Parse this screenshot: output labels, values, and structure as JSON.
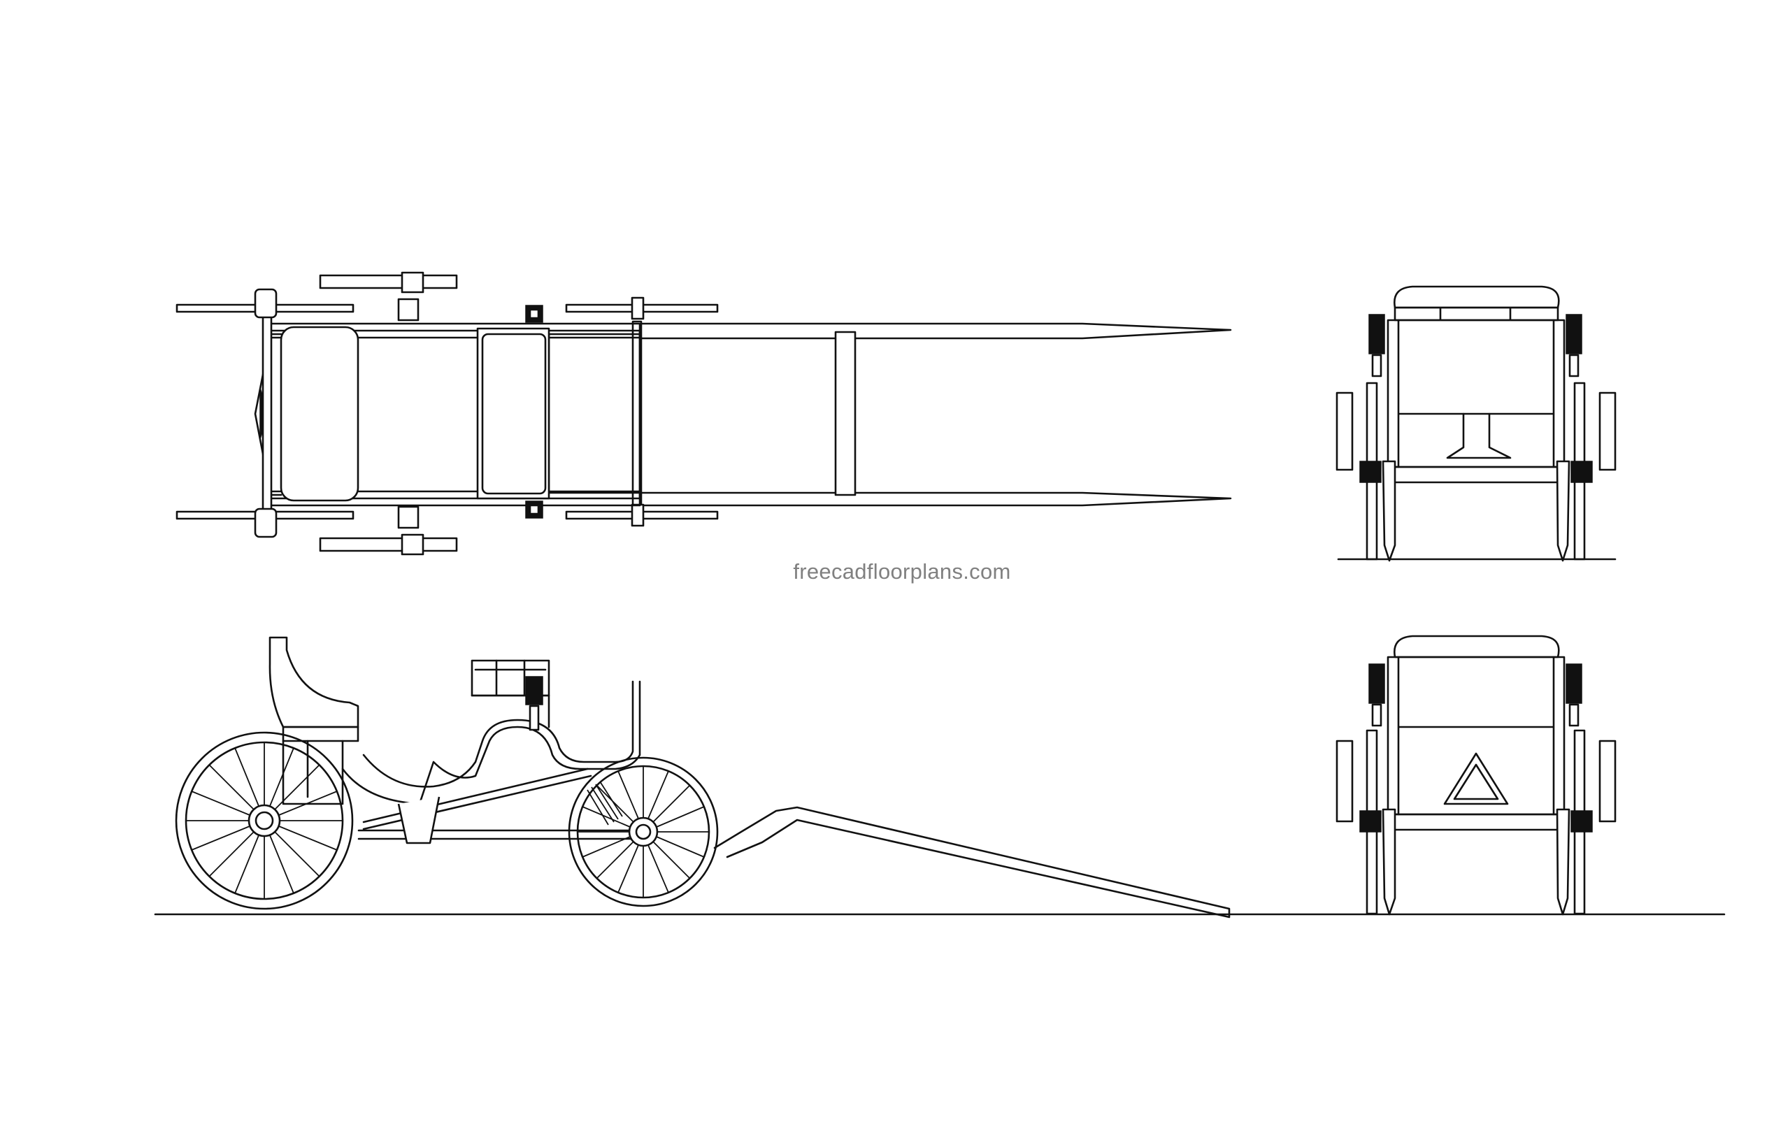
{
  "watermark": {
    "text": "freecadfloorplans.com"
  },
  "views": {
    "top": {
      "name": "top-view"
    },
    "side": {
      "name": "side-view"
    },
    "front": {
      "name": "front-view"
    },
    "rear": {
      "name": "rear-view"
    }
  },
  "colors": {
    "line": "#111111",
    "background": "#ffffff",
    "watermark": "#808080"
  }
}
